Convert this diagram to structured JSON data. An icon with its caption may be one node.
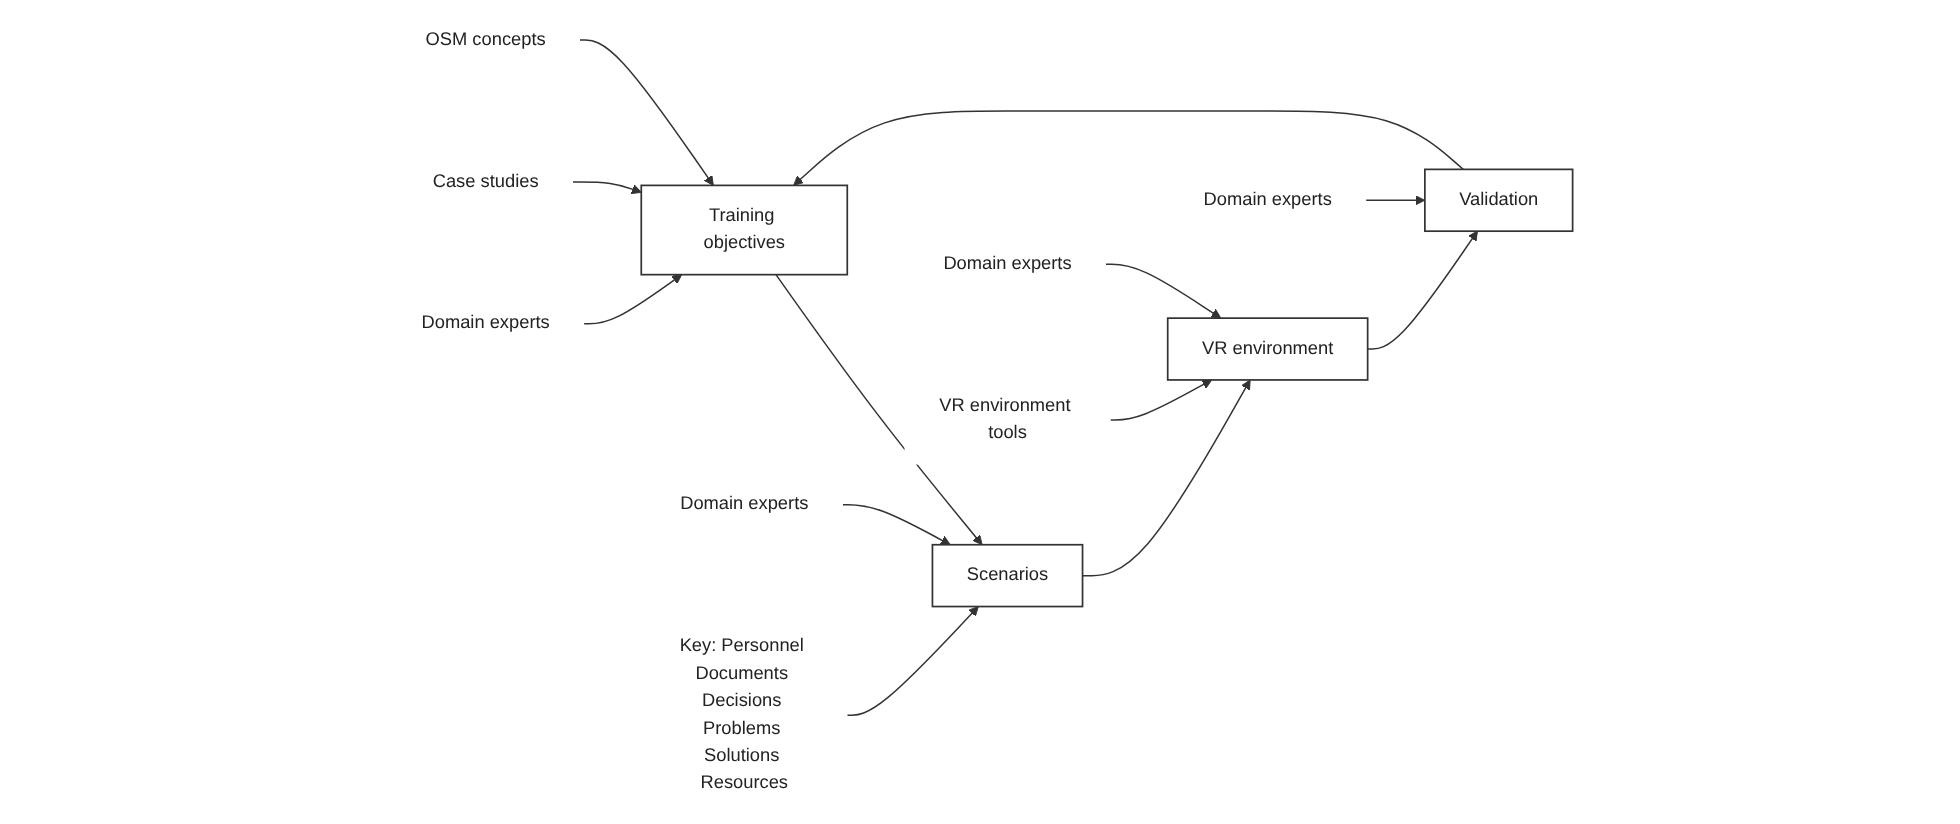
{
  "diagram": {
    "nodes": [
      {
        "text": [
          "Domain experts"
        ]
      },
      {
        "text": [
          "Case studies"
        ]
      },
      {
        "text": [
          "OSM concepts"
        ]
      },
      {
        "text": [
          "Training objectives"
        ]
      },
      {
        "text": [
          "Domain experts"
        ]
      },
      {
        "text": [
          "Scenarios"
        ]
      },
      {
        "text": [
          "Key: Personnel Documents Decisions Problems Solutions Resources"
        ]
      },
      {
        "text": [
          "Domain experts"
        ]
      },
      {
        "text": [
          "VR environment"
        ]
      },
      {
        "text": [
          "VR environment tools"
        ]
      },
      {
        "text": [
          "Domain experts"
        ]
      },
      {
        "text": [
          "Validation"
        ]
      }
    ],
    "edges": [
      {
        "from": 0,
        "to": 3,
        "arrow": "to"
      },
      {
        "from": 1,
        "to": 3,
        "arrow": "to"
      },
      {
        "from": 2,
        "to": 3,
        "arrow": "to"
      },
      {
        "from": 3,
        "to": 5,
        "arrow": "to"
      },
      {
        "from": 4,
        "to": 5,
        "arrow": "to"
      },
      {
        "from": 6,
        "to": 5,
        "arrow": "to"
      },
      {
        "from": 5,
        "to": 8,
        "arrow": "to"
      },
      {
        "from": 7,
        "to": 8,
        "arrow": "to"
      },
      {
        "from": 9,
        "to": 8,
        "arrow": "to"
      },
      {
        "from": 8,
        "to": 11,
        "arrow": "to"
      },
      {
        "from": 10,
        "to": 11,
        "arrow": "to"
      },
      {
        "from": 11,
        "to": 3,
        "arrow": "to"
      }
    ]
  }
}
